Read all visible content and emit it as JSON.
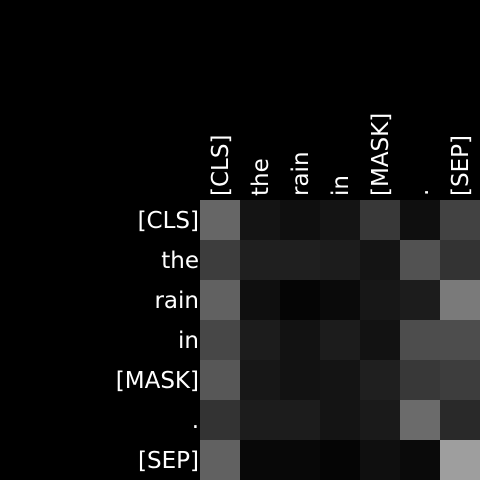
{
  "chart_data": {
    "type": "heatmap",
    "title": "",
    "xlabel": "",
    "ylabel": "",
    "x_tokens": [
      "[CLS]",
      "the",
      "rain",
      "in",
      "[MASK]",
      ".",
      "[SEP]"
    ],
    "y_tokens": [
      "[CLS]",
      "the",
      "rain",
      "in",
      "[MASK]",
      ".",
      "[SEP]"
    ],
    "values": [
      [
        0.4,
        0.08,
        0.06,
        0.08,
        0.22,
        0.06,
        0.26
      ],
      [
        0.24,
        0.12,
        0.12,
        0.11,
        0.08,
        0.32,
        0.2
      ],
      [
        0.38,
        0.06,
        0.02,
        0.04,
        0.09,
        0.11,
        0.48
      ],
      [
        0.28,
        0.11,
        0.07,
        0.11,
        0.07,
        0.3,
        0.3
      ],
      [
        0.34,
        0.09,
        0.07,
        0.08,
        0.12,
        0.22,
        0.24
      ],
      [
        0.2,
        0.11,
        0.11,
        0.08,
        0.1,
        0.42,
        0.16
      ],
      [
        0.38,
        0.03,
        0.03,
        0.02,
        0.06,
        0.04,
        0.62
      ]
    ],
    "colormap": "gray",
    "value_range": [
      0,
      1
    ],
    "background_color": "#000000",
    "label_color": "#ffffff"
  }
}
